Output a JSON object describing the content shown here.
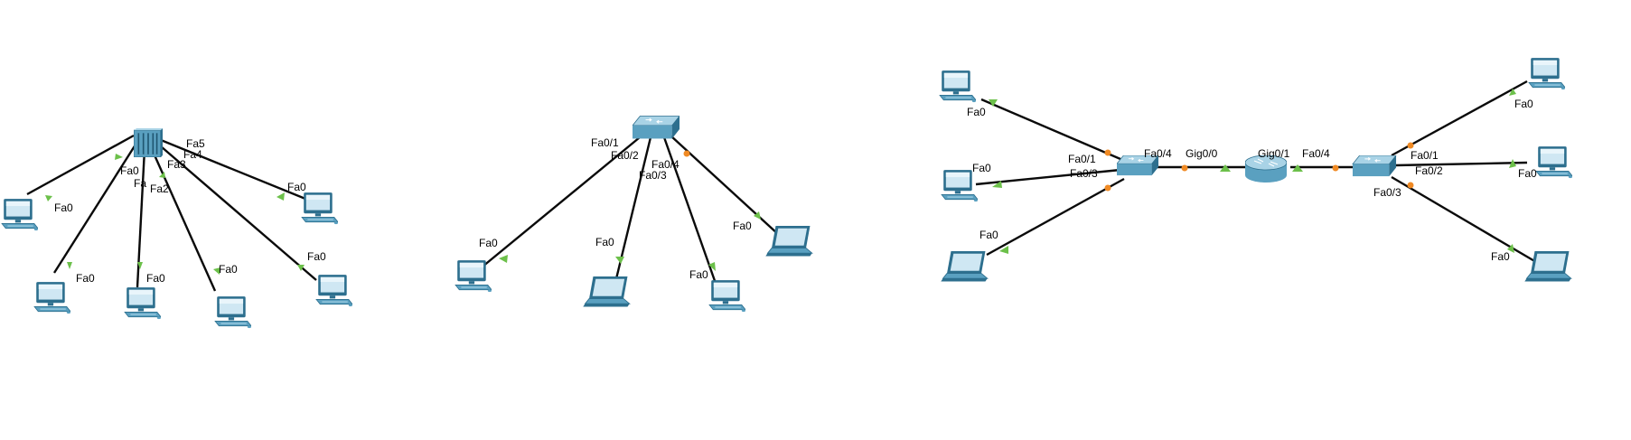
{
  "colors": {
    "device_body": "#5aa0c0",
    "device_dark": "#2d6f8e",
    "device_light": "#a9d3e6",
    "screen": "#cfe7f3",
    "link_up": "#6cc04a",
    "link_pending": "#f08a24",
    "cable": "#0a0a0a"
  },
  "topology_hub": {
    "central_device_icon": "hub-icon",
    "port_labels": [
      "Fa0",
      "Fa",
      "Fa2",
      "Fa3",
      "Fa4",
      "Fa5"
    ],
    "end_labels": [
      "Fa0",
      "Fa0",
      "Fa0",
      "Fa0",
      "Fa0",
      "Fa0"
    ]
  },
  "topology_switch": {
    "central_device_icon": "switch-icon",
    "port_labels": [
      "Fa0/1",
      "Fa0/2",
      "Fa0/3",
      "Fa0/4"
    ],
    "end_labels": [
      "Fa0",
      "Fa0",
      "Fa0",
      "Fa0"
    ]
  },
  "topology_router": {
    "left_switch_ports": [
      "Fa0/1",
      "Fa0/3",
      "Fa0/4"
    ],
    "left_end_labels": [
      "Fa0",
      "Fa0",
      "Fa0"
    ],
    "router_ports": [
      "Gig0/0",
      "Gig0/1"
    ],
    "right_switch_ports": [
      "Fa0/4",
      "Fa0/1",
      "Fa0/2",
      "Fa0/3"
    ],
    "right_end_labels": [
      "Fa0",
      "Fa0",
      "Fa0"
    ]
  }
}
